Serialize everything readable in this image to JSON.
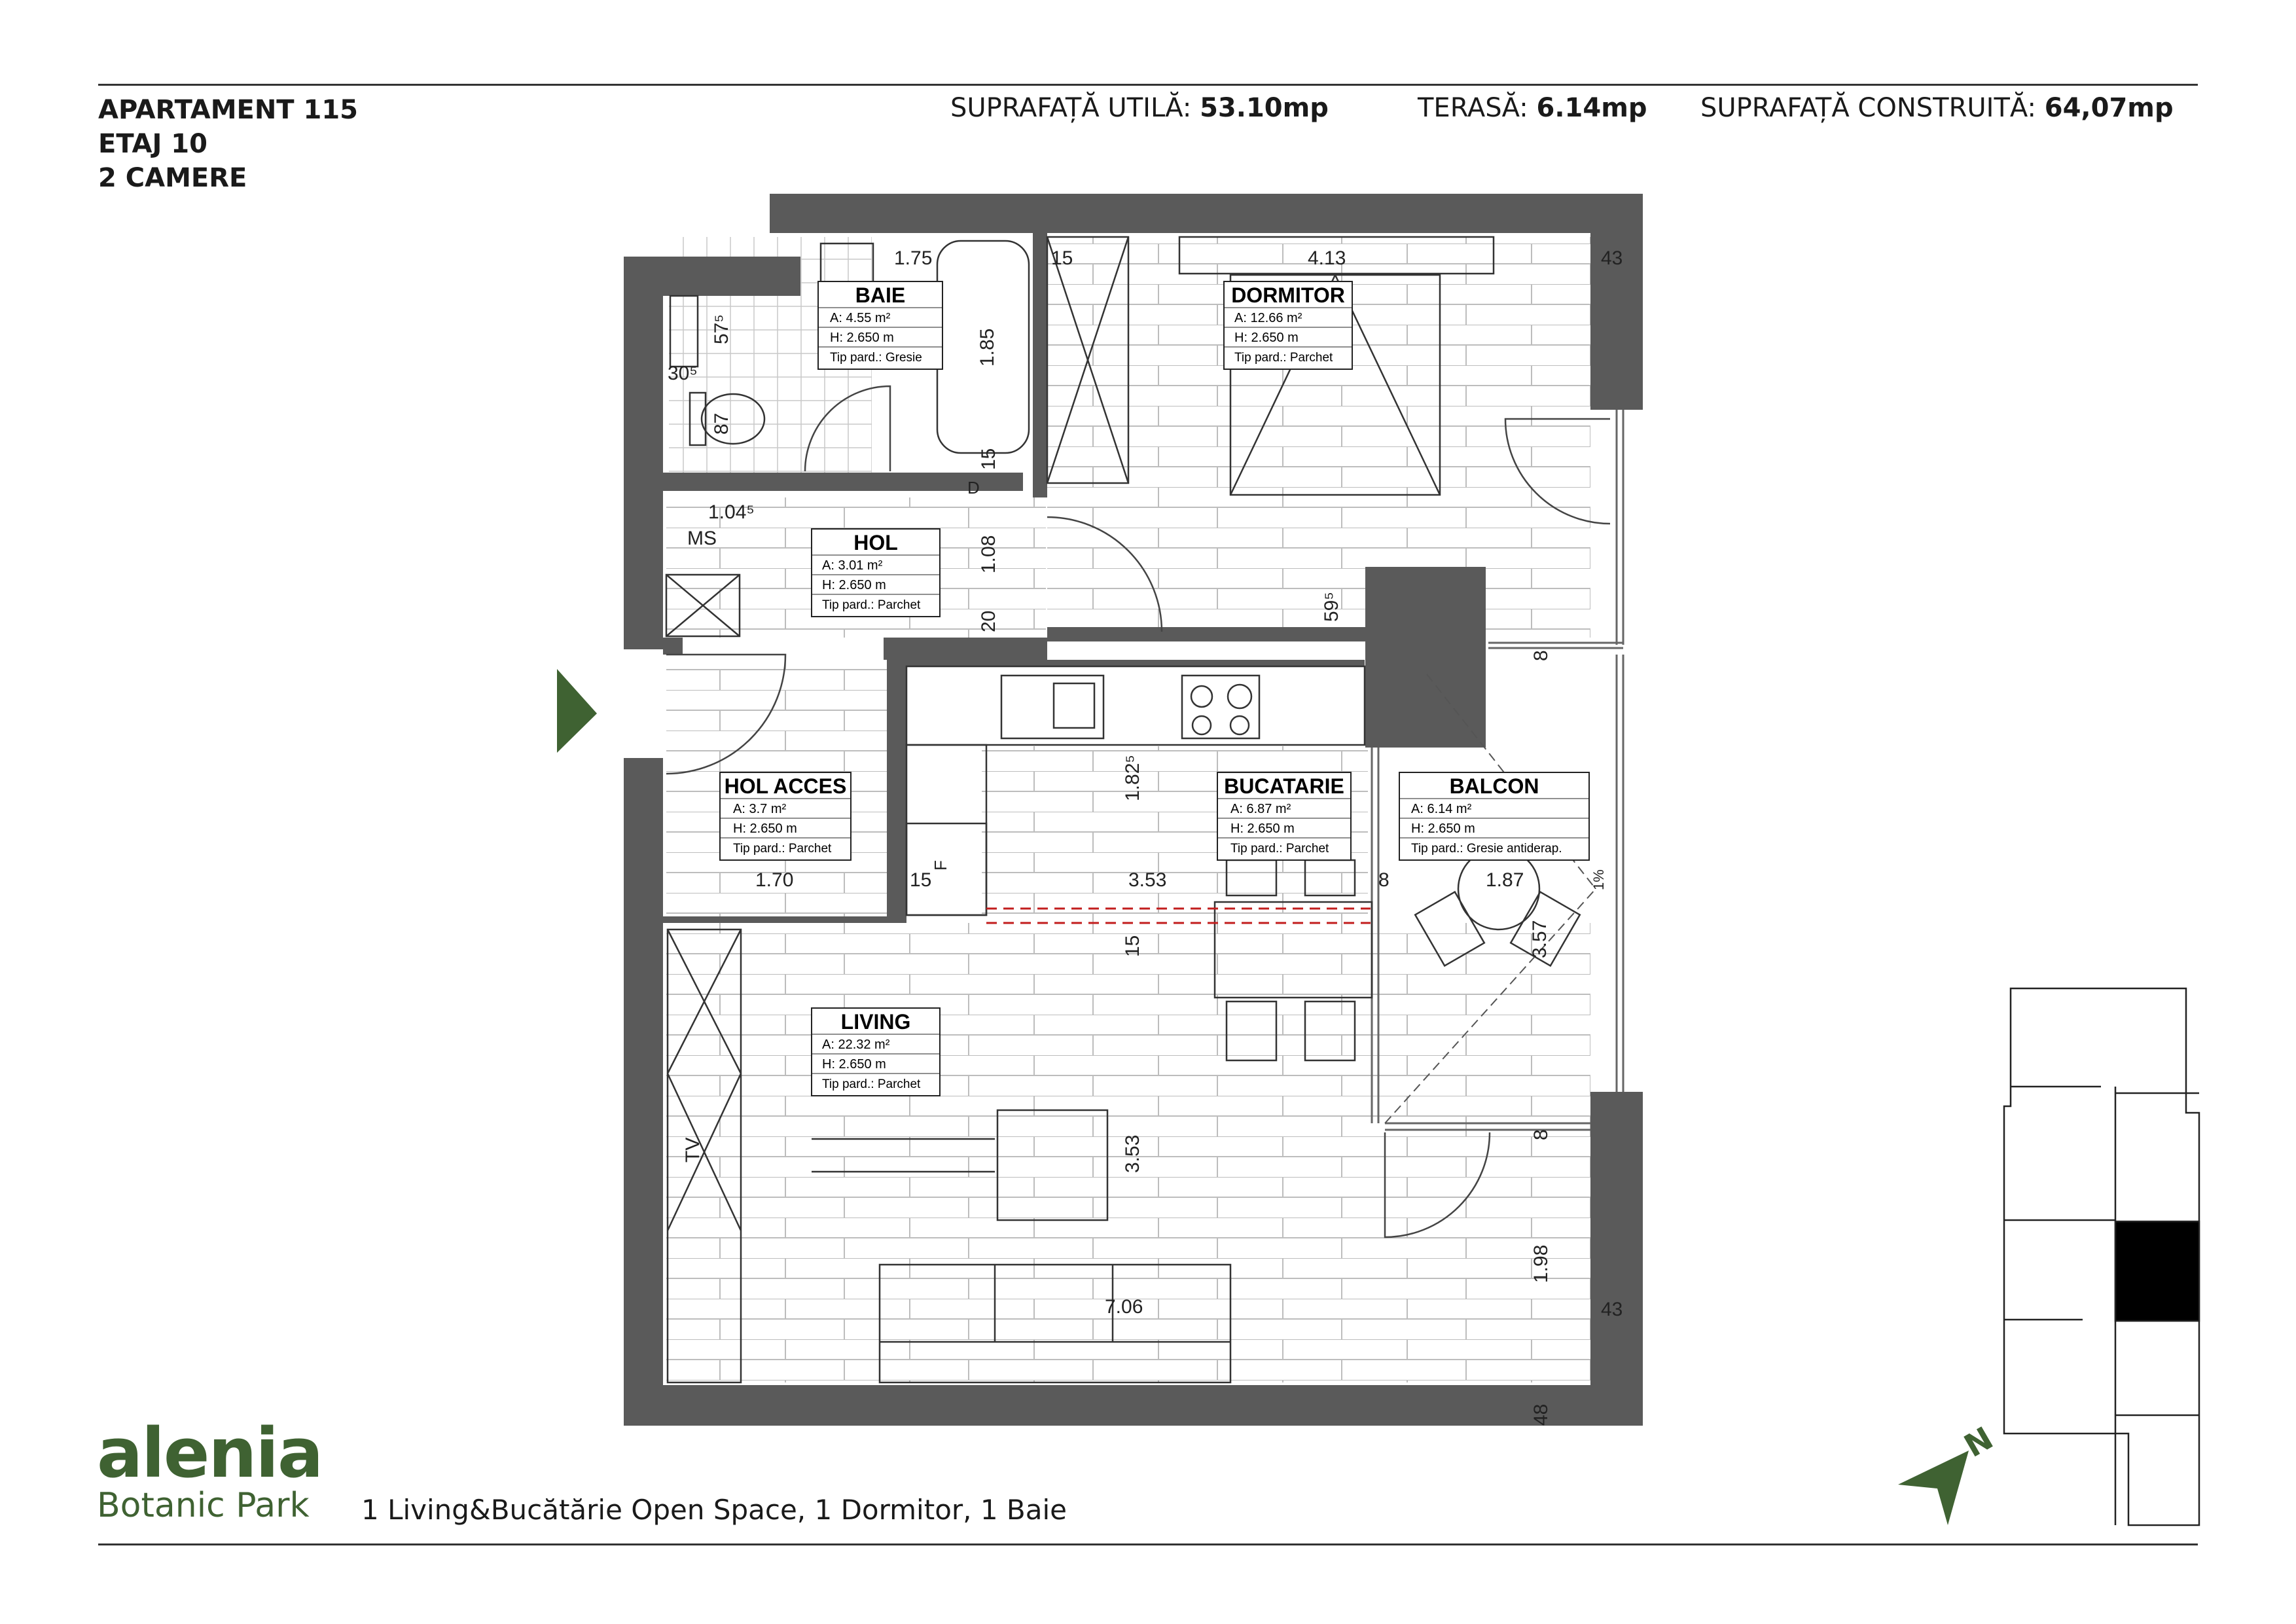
{
  "header": {
    "apartment": "APARTAMENT 115",
    "floor": "ETAJ 10",
    "rooms": "2 CAMERE",
    "usable_label": "SUPRAFAȚĂ UTILĂ:",
    "usable_value": "53.10mp",
    "terrace_label": "TERASĂ:",
    "terrace_value": "6.14mp",
    "built_label": "SUPRAFAȚĂ CONSTRUITĂ:",
    "built_value": "64,07mp"
  },
  "rooms": {
    "baie": {
      "name": "BAIE",
      "area": "A: 4.55 m²",
      "height": "H: 2.650 m",
      "floor": "Tip pard.: Gresie"
    },
    "dormitor": {
      "name": "DORMITOR",
      "area": "A: 12.66 m²",
      "height": "H: 2.650 m",
      "floor": "Tip pard.: Parchet"
    },
    "hol": {
      "name": "HOL",
      "area": "A: 3.01 m²",
      "height": "H: 2.650 m",
      "floor": "Tip pard.: Parchet"
    },
    "hol_acces": {
      "name": "HOL ACCES",
      "area": "A: 3.7 m²",
      "height": "H: 2.650 m",
      "floor": "Tip pard.: Parchet"
    },
    "bucatarie": {
      "name": "BUCATARIE",
      "area": "A: 6.87 m²",
      "height": "H: 2.650 m",
      "floor": "Tip pard.: Parchet"
    },
    "balcon": {
      "name": "BALCON",
      "area": "A: 6.14 m²",
      "height": "H: 2.650 m",
      "floor": "Tip pard.: Gresie antiderap."
    },
    "living": {
      "name": "LIVING",
      "area": "A: 22.32 m²",
      "height": "H: 2.650 m",
      "floor": "Tip pard.: Parchet"
    }
  },
  "dimensions": {
    "d_175": "1.75",
    "d_15a": "15",
    "d_413": "4.13",
    "d_43a": "43",
    "d_575": "57⁵",
    "d_305": "30⁵",
    "d_87": "87",
    "d_185": "1.85",
    "d_15b": "15",
    "d_1045": "1.04⁵",
    "d_108": "1.08",
    "d_20": "20",
    "d_595": "59⁵",
    "d_8a": "8",
    "d_1825": "1.82⁵",
    "d_170": "1.70",
    "d_15c": "15",
    "d_353a": "3.53",
    "d_8b": "8",
    "d_187": "1.87",
    "d_1pct": "1%",
    "d_15d": "15",
    "d_357": "3.57",
    "d_8c": "8",
    "d_353b": "3.53",
    "d_198": "1.98",
    "d_706": "7.06",
    "d_43b": "43",
    "d_48": "48"
  },
  "labels": {
    "ms": "MS",
    "tv": "TV",
    "d": "D",
    "f": "F"
  },
  "brand": {
    "name": "alenia",
    "subtitle": "Botanic Park"
  },
  "summary": "1 Living&Bucătărie Open Space, 1 Dormitor, 1 Baie",
  "colors": {
    "wall": "#5a5a5a",
    "brand_green": "#3f6232",
    "key_block": "#000000"
  }
}
